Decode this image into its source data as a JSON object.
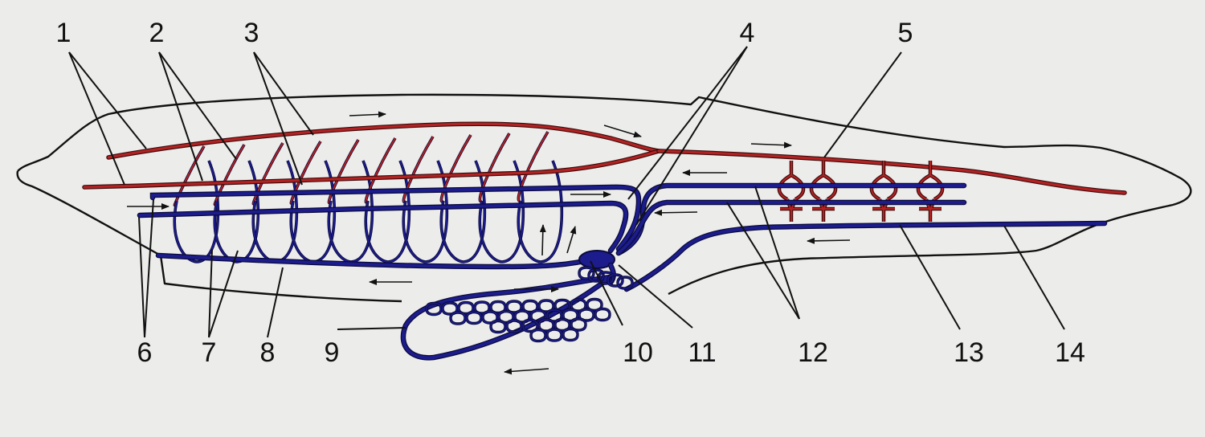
{
  "colors": {
    "artery": "#b22222",
    "vein": "#1c1c8c",
    "outline": "#111111",
    "background": "#ececea"
  },
  "labels": [
    {
      "id": "1",
      "text": "1"
    },
    {
      "id": "2",
      "text": "2"
    },
    {
      "id": "3",
      "text": "3"
    },
    {
      "id": "4",
      "text": "4"
    },
    {
      "id": "5",
      "text": "5"
    },
    {
      "id": "6",
      "text": "6"
    },
    {
      "id": "7",
      "text": "7"
    },
    {
      "id": "8",
      "text": "8"
    },
    {
      "id": "9",
      "text": "9"
    },
    {
      "id": "10",
      "text": "10"
    },
    {
      "id": "11",
      "text": "11"
    },
    {
      "id": "12",
      "text": "12"
    },
    {
      "id": "13",
      "text": "13"
    },
    {
      "id": "14",
      "text": "14"
    }
  ]
}
